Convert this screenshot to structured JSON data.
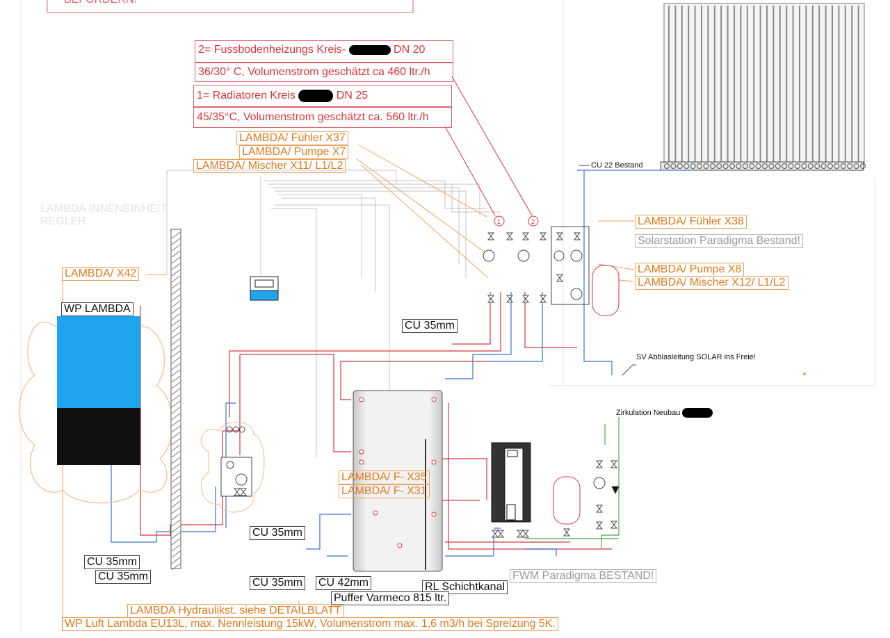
{
  "top_cut_label": "BEFÖRDERN!",
  "circuits": {
    "floor_title": "2= Fussbodenheizungs Kreis-",
    "floor_dn": "DN 20",
    "floor_detail": "36/30° C, Volumenstrom geschätzt ca 460 ltr./h",
    "radiator_title": "1= Radiatoren Kreis",
    "radiator_dn": "DN 25",
    "radiator_detail": "45/35°C, Volumenstrom geschätzt ca. 560 ltr./h"
  },
  "lambda_labels": {
    "sensor_x37": "LAMBDA/ Fühler X37",
    "pump_x7": "LAMBDA/ Pumpe X7",
    "mixer_x11": "LAMBDA/ Mischer X11/ L1/L2",
    "sensor_x38": "LAMBDA/ Fühler X38",
    "pump_x8": "LAMBDA/ Pumpe X8",
    "mixer_x12": "LAMBDA/ Mischer X12/ L1/L2",
    "x42": "LAMBDA/ X42",
    "f_x35": "LAMBDA/ F- X35",
    "f_x31": "LAMBDA/ F- X31",
    "hydraulic": "LAMBDA Hydraulikst. siehe DETAILBLATT",
    "wp_air": "WP Luft Lambda EU13L, max. Nennleistung 15kW, Volumenstrom max. 1,6 m3/h bei Spreizung 5K."
  },
  "faded": {
    "controller": "LAMBDA INNENEINHEIT\nREGLER"
  },
  "gray_labels": {
    "solar_station": "Solarstation Paradigma Bestand!",
    "fwm": "FWM Paradigma BESTAND!"
  },
  "black_labels": {
    "wp_lambda": "WP LAMBDA",
    "cu35_a": "CU 35mm",
    "cu35_b": "CU 35mm",
    "cu35_c": "CU 35mm",
    "cu35_d": "CU 35mm",
    "cu35_e": "CU 35mm",
    "cu42": "CU 42mm",
    "rl": "RL Schichtkanal",
    "buffer": "Puffer Varmeco 815 ltr."
  },
  "notes": {
    "cu22": "CU 22 Bestand",
    "sv": "SV Abblasleitung SOLAR ins Freie!",
    "circulation": "Zirkulation Neubau"
  },
  "pump_markers": {
    "p1": "1",
    "p2": "2"
  },
  "colors": {
    "red": "#d9363b",
    "orange": "#e07a1f",
    "blue": "#1ea5ee",
    "heatpump_dark": "#111111",
    "pipe_blue": "#3d6fd6",
    "pipe_green": "#4aa84a"
  }
}
